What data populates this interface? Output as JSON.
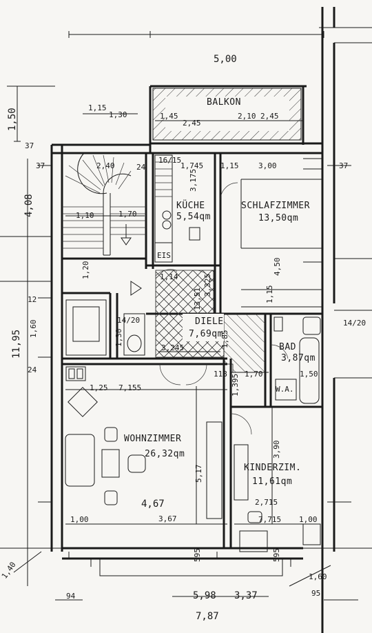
{
  "rooms": {
    "balkon": "BALKON",
    "kueche": "KÜCHE",
    "kueche_area": "5,54qm",
    "schlafzimmer": "SCHLAFZIMMER",
    "schlafzimmer_area": "13,50qm",
    "diele": "DIELE",
    "diele_area": "7,69qm",
    "bad": "BAD",
    "bad_area": "3,87qm",
    "wohnzimmer": "WOHNZIMMER",
    "wohnzimmer_area": "26,32qm",
    "kinderzimmer": "KINDERZIM.",
    "kinderzimmer_area": "11,61qm",
    "eis": "EIS",
    "wa": "W.A."
  },
  "dimensions": {
    "balkon_width": "5,00",
    "balkon_depth": "1,50",
    "balkon_115": "1,15",
    "balkon_130": "1,30",
    "balkon_145": "1,45",
    "balkon_245a": "2,45",
    "balkon_210": "2,10",
    "balkon_245b": "2,45",
    "d37_tl": "37",
    "d37_l": "37",
    "d37_r": "37",
    "d240": "2,40",
    "d24": "24",
    "d1615": "16/15",
    "d1745": "1,745",
    "d115_a": "1,15",
    "d300": "3,00",
    "d3175": "3,175",
    "d408": "4,08",
    "d110": "1,10",
    "d170": "1,70",
    "d450": "4,50",
    "d120": "1,20",
    "d1195": "11,95",
    "d160": "1,60",
    "d1141": "1,14",
    "d1351": "13,51",
    "d3325": "3,325",
    "d1420a": "14/20",
    "d1420b": "14/20",
    "d130": "1,30",
    "d3245": "3,245",
    "d185": "1,85",
    "d118": "118",
    "d1395": "1,395",
    "d170b": "1,70",
    "d150": "1,50",
    "d125": "1,25",
    "d7155": "7,155",
    "d517": "5,17",
    "d390": "3,90",
    "d467": "4,67",
    "d367": "3,67",
    "d2715": "2,715",
    "d7715": "7,715",
    "d100a": "1,00",
    "d100b": "1,00",
    "d595a": "595",
    "d595b": "595",
    "d598": "5,98",
    "d37b": "3,37",
    "d787": "7,87",
    "d94": "94",
    "d95": "95",
    "d1400": "1,40",
    "d1600": "1,60",
    "d24b": "24",
    "d12": "12",
    "d115_b": "1,15"
  }
}
